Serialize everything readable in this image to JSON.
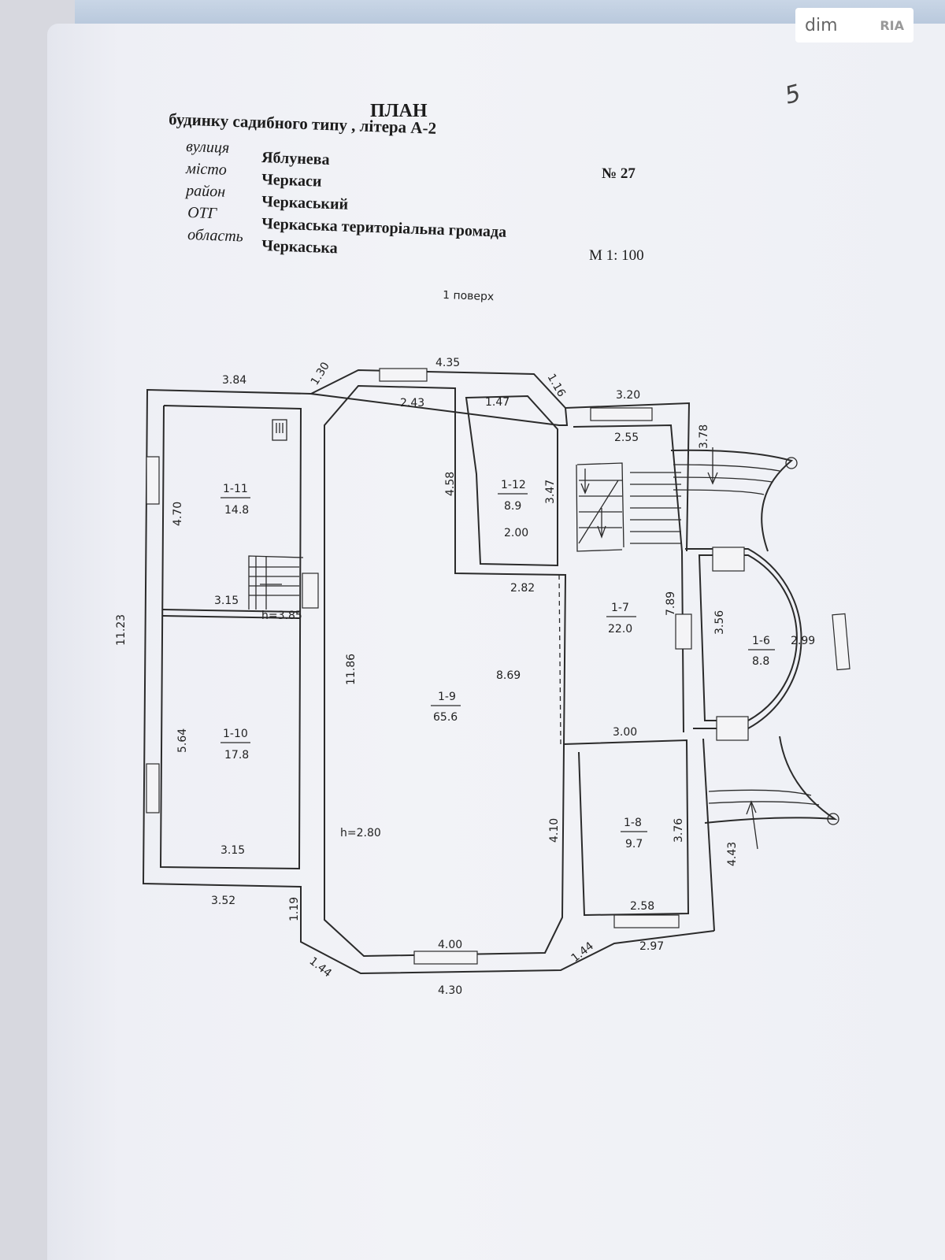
{
  "header": {
    "title": "ПЛАН",
    "subtitle": "будинку садибного типу , літера  А-2",
    "fields": [
      {
        "label": "вулиця",
        "value": "Яблунева"
      },
      {
        "label": "місто",
        "value": "Черкаси"
      },
      {
        "label": "район",
        "value": "Черкаський"
      },
      {
        "label": "ОТГ",
        "value": "Черкаська територіальна громада"
      },
      {
        "label": "область",
        "value": "Черкаська"
      }
    ],
    "number": "№ 27",
    "scale": "М 1: 100",
    "handwritten_mark": "5"
  },
  "floor_label": "1 поверх",
  "rooms": [
    {
      "id": "1-11",
      "area": "14.8"
    },
    {
      "id": "1-10",
      "area": "17.8"
    },
    {
      "id": "1-9",
      "area": "65.6"
    },
    {
      "id": "1-12",
      "area": "8.9"
    },
    {
      "id": "1-7",
      "area": "22.0"
    },
    {
      "id": "1-6",
      "area": "8.8"
    },
    {
      "id": "1-8",
      "area": "9.7"
    }
  ],
  "heights": [
    "h=3.85",
    "h=2.80"
  ],
  "dimensions": [
    "3.84",
    "1.30",
    "4.35",
    "2.43",
    "1.16",
    "3.20",
    "1.47",
    "2.55",
    "3.78",
    "4.70",
    "4.58",
    "3.47",
    "2.00",
    "2.82",
    "3.15",
    "11.23",
    "7.89",
    "3.56",
    "2.99",
    "11.86",
    "8.69",
    "5.64",
    "3.00",
    "4.10",
    "3.76",
    "3.15",
    "3.52",
    "4.00",
    "2.58",
    "4.43",
    "1.19",
    "1.44",
    "1.44",
    "2.97",
    "4.30"
  ],
  "watermark": {
    "brand": "dim",
    "ria": "RIA"
  }
}
